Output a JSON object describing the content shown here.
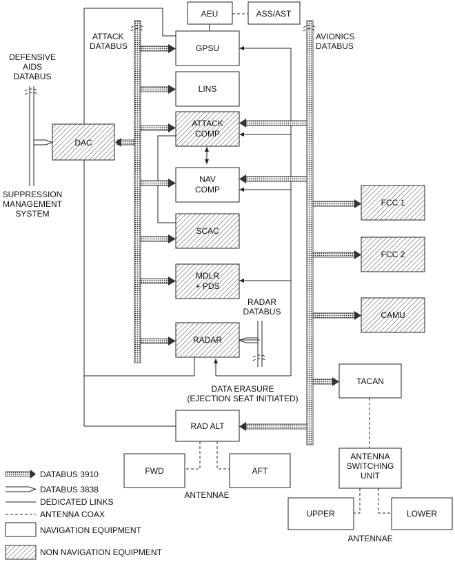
{
  "boxes": {
    "aeu": "AEU",
    "ass_ast": "ASS/AST",
    "gpsu": "GPSU",
    "lins": "LINS",
    "attack_comp": [
      "ATTACK",
      "COMP"
    ],
    "nav_comp": [
      "NAV",
      "COMP"
    ],
    "scac": "SCAC",
    "mdlr": [
      "MDLR",
      "+ PDS"
    ],
    "radar": "RADAR",
    "dac": "DAC",
    "fcc1": "FCC 1",
    "fcc2": "FCC 2",
    "camu": "CAMU",
    "tacan": "TACAN",
    "rad_alt": "RAD ALT",
    "fwd": "FWD",
    "aft": "AFT",
    "antenna_switching_unit": [
      "ANTENNA",
      "SWITCHING",
      "UNIT"
    ],
    "upper": "UPPER",
    "lower": "LOWER"
  },
  "labels": {
    "attack_databus": [
      "ATTACK",
      "DATABUS"
    ],
    "avionics_databus": [
      "AVIONICS",
      "DATABUS"
    ],
    "defensive_aids_databus": [
      "DEFENSIVE",
      "AIDS",
      "DATABUS"
    ],
    "radar_databus": [
      "RADAR",
      "DATABUS"
    ],
    "suppression": [
      "SUPPRESSION",
      "MANAGEMENT",
      "SYSTEM"
    ],
    "data_erasure": [
      "DATA ERASURE",
      "(EJECTION SEAT INITIATED)"
    ],
    "antennae_1": "ANTENNAE",
    "antennae_2": "ANTENNAE"
  },
  "legend": {
    "databus_3910": "DATABUS 3910",
    "databus_3838": "DATABUS 3838",
    "dedicated_links": "DEDICATED LINKS",
    "antenna_coax": "ANTENNA COAX",
    "navigation_equipment": "NAVIGATION EQUIPMENT",
    "non_navigation_equipment": "NON NAVIGATION EQUIPMENT"
  }
}
